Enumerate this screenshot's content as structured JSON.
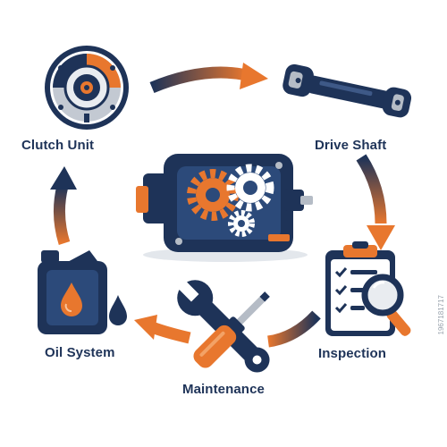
{
  "diagram": {
    "nodes": [
      {
        "id": "clutch",
        "label": "Clutch Unit",
        "icon": "clutch-disc-icon"
      },
      {
        "id": "drive",
        "label": "Drive Shaft",
        "icon": "drive-shaft-icon"
      },
      {
        "id": "inspection",
        "label": "Inspection",
        "icon": "clipboard-magnifier-icon"
      },
      {
        "id": "maintenance",
        "label": "Maintenance",
        "icon": "wrench-screwdriver-icon"
      },
      {
        "id": "oil",
        "label": "Oil System",
        "icon": "oil-canister-icon"
      }
    ],
    "center_icon": "gearbox-icon",
    "edges": [
      {
        "from": "clutch",
        "to": "drive"
      },
      {
        "from": "drive",
        "to": "inspection"
      },
      {
        "from": "inspection",
        "to": "maintenance"
      },
      {
        "from": "maintenance",
        "to": "oil"
      },
      {
        "from": "oil",
        "to": "clutch"
      }
    ]
  },
  "watermark": "1967181717",
  "colors": {
    "navy": "#1e3358",
    "orange": "#e8772e",
    "gray": "#b5bcc6",
    "light": "#e9ecf0"
  }
}
